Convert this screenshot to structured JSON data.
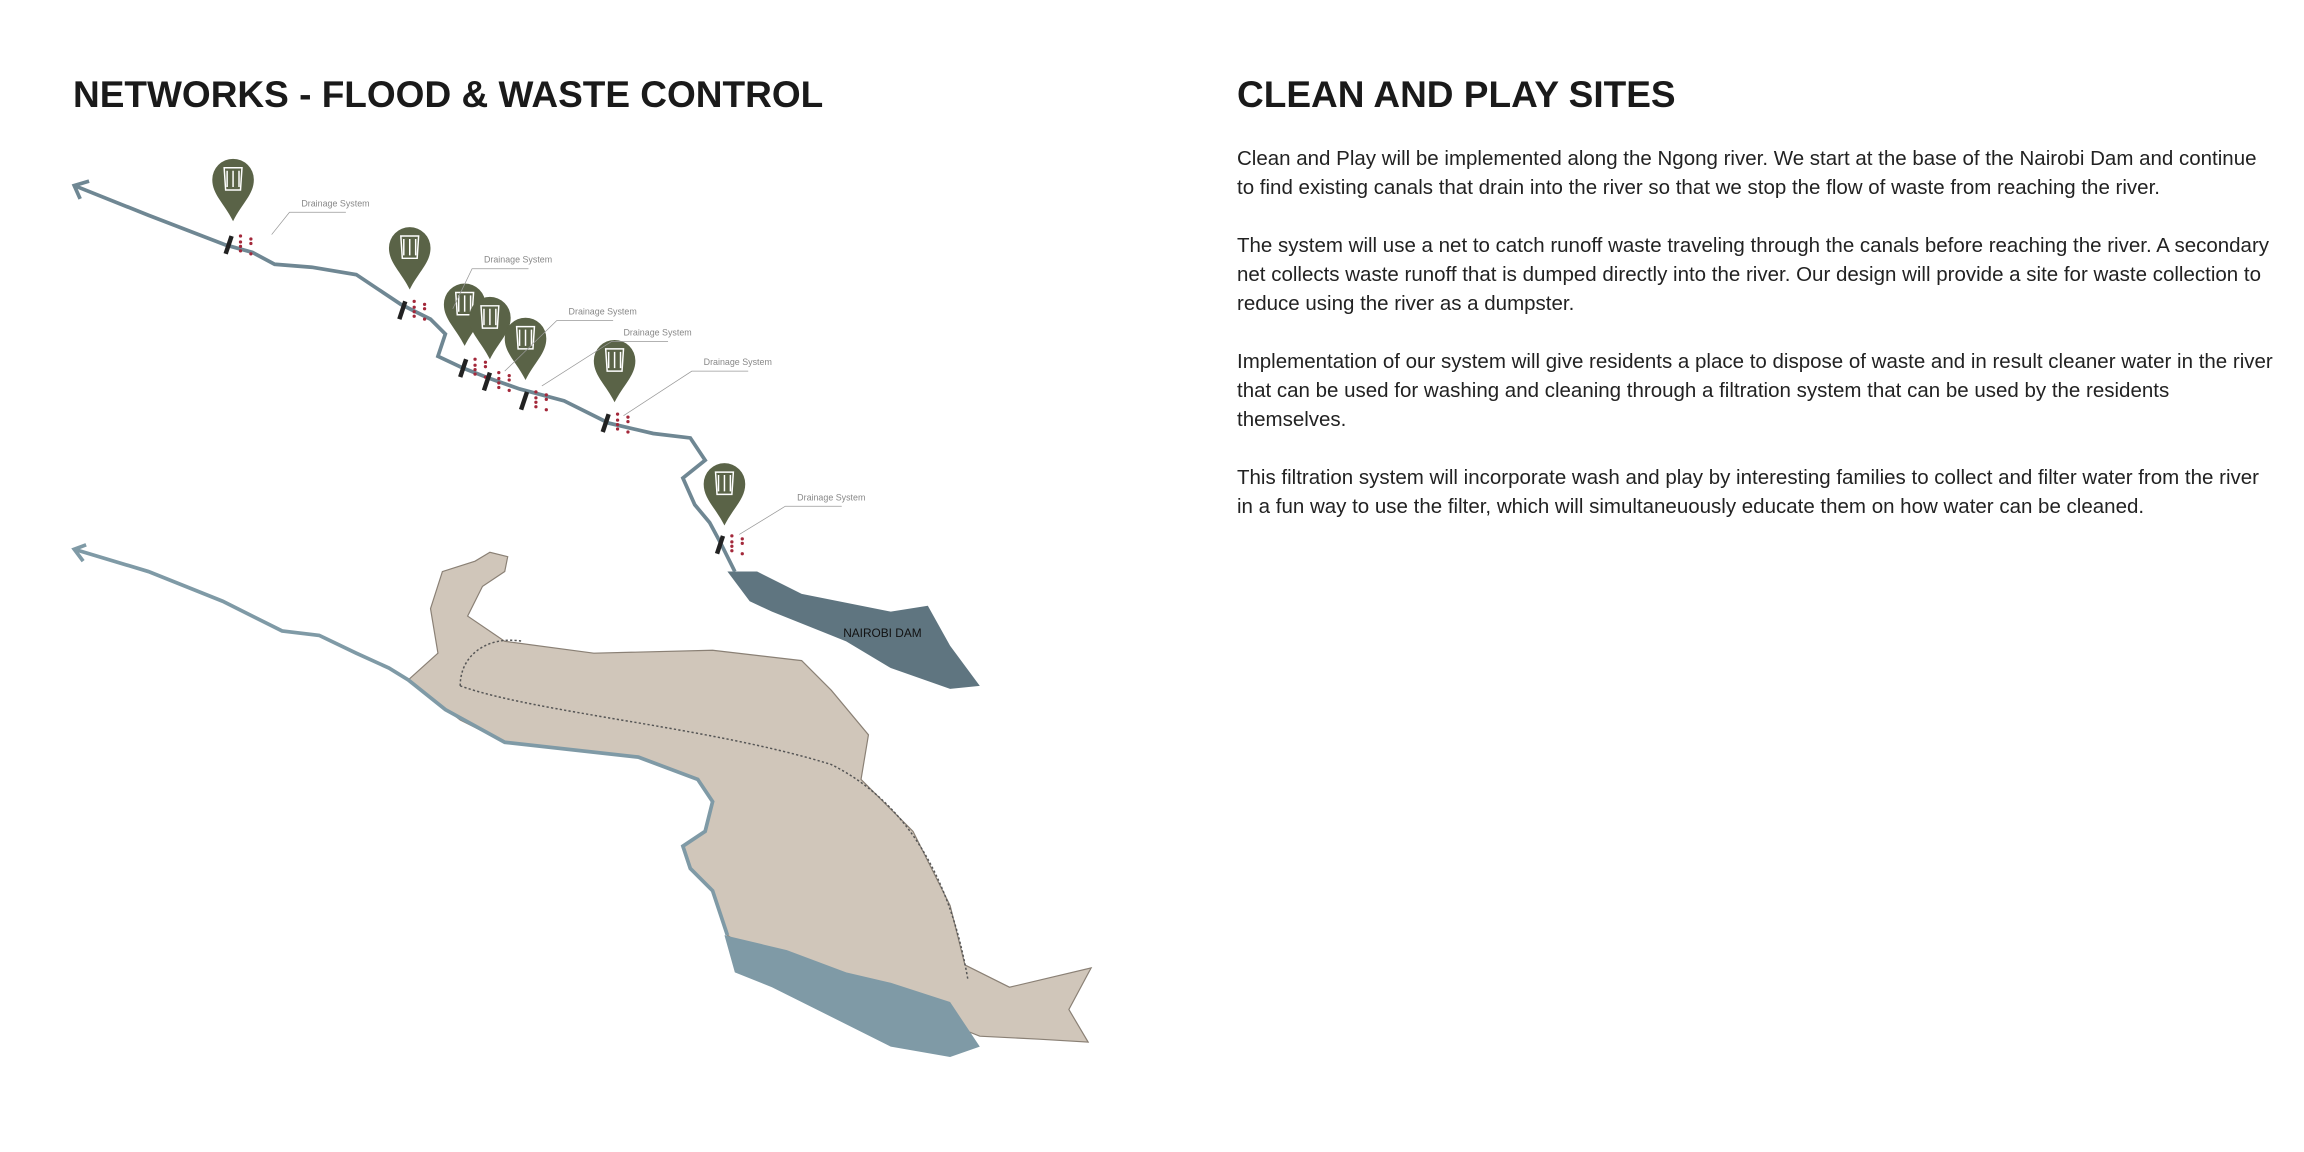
{
  "left": {
    "title": "NETWORKS - FLOOD & WASTE CONTROL",
    "map": {
      "dam_label": "NAIROBI DAM",
      "drainage_labels": [
        "Drainage System",
        "Drainage System",
        "Drainage System",
        "Drainage System",
        "Drainage System",
        "Drainage System"
      ],
      "pin_icon": "trash-bin-icon",
      "colors": {
        "pin": "#5a6347",
        "river": "#6f8793",
        "land": "#d0c6ba",
        "dam": "#5f7580",
        "water": "#7f9aa6",
        "waste_dots": "#a3283a"
      }
    }
  },
  "right": {
    "title": "CLEAN AND PLAY SITES",
    "paragraphs": [
      "Clean and Play will be implemented along the Ngong river. We start at the base of the Nairobi Dam and continue to find existing canals that drain into the river so that we stop the flow of waste from reaching the river.",
      "The system will use a net to catch runoff waste traveling through the canals before reaching the river. A secondary net collects waste runoff that is dumped directly into the river. Our design will provide a site for waste collection to reduce using the river as a dumpster.",
      "Implementation of our system will give residents a place to dispose of waste and in result cleaner water in the river that can be used for washing and cleaning through a filtration system that can be used by the residents themselves.",
      "This filtration system will incorporate wash and play by interesting families to collect and filter water from the river in a fun way to use the filter, which will simultaneuously educate them on how water can be cleaned."
    ]
  }
}
